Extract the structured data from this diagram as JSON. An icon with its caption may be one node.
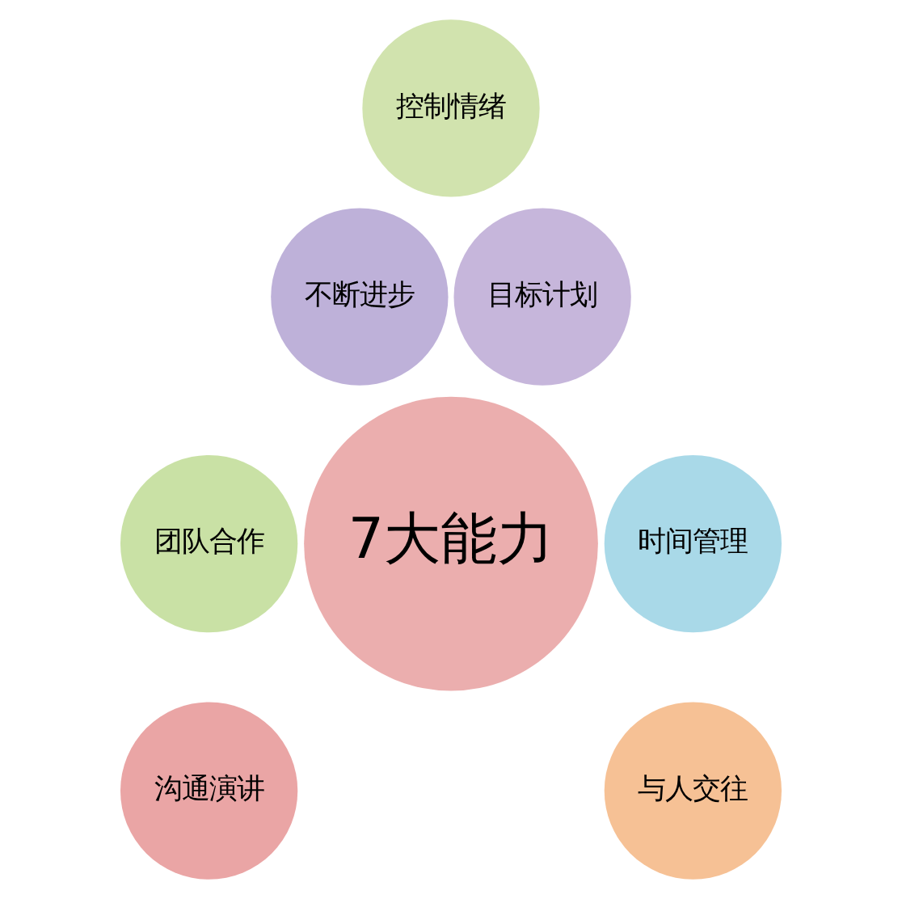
{
  "diagram": {
    "nodes": [
      {
        "text": [
          "7大能力"
        ]
      },
      {
        "text": [
          "控制情绪"
        ]
      },
      {
        "text": [
          "不断进步"
        ]
      },
      {
        "text": [
          "目标计划"
        ]
      },
      {
        "text": [
          "团队合作"
        ]
      },
      {
        "text": [
          "时间管理"
        ]
      },
      {
        "text": [
          "沟通演讲"
        ]
      },
      {
        "text": [
          "与人交往"
        ]
      }
    ],
    "edges": []
  }
}
